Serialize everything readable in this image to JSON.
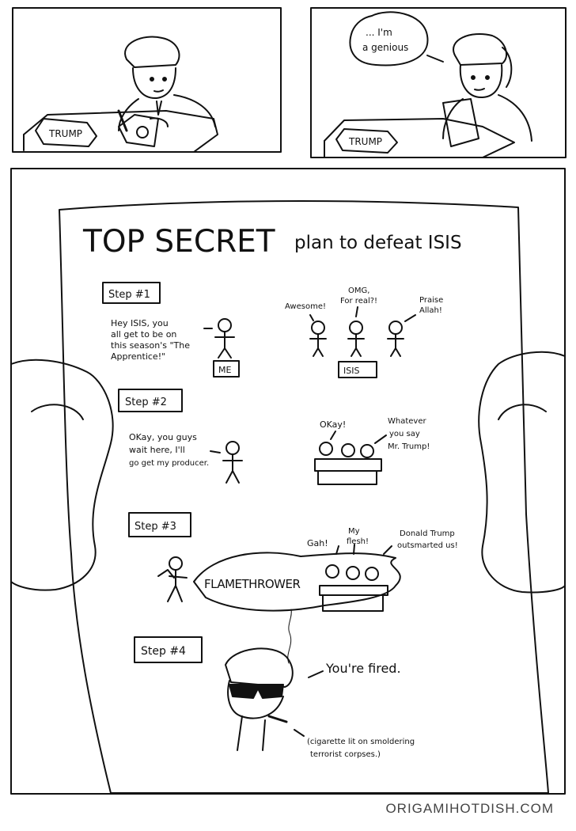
{
  "top_panels": {
    "left_nameplate": "TRUMP",
    "right_nameplate": "TRUMP",
    "speech_line1": "... I'm",
    "speech_line2": "a genious"
  },
  "document": {
    "title_big": "TOP SECRET",
    "title_small": "plan to defeat ISIS",
    "step1": {
      "label": "Step #1",
      "speech_lines": [
        "Hey ISIS, you",
        "all get to be on",
        "this season's \"The",
        "Apprentice!\""
      ],
      "me_label": "ME",
      "isis_label": "ISIS",
      "reaction1": "Awesome!",
      "reaction2_line1": "OMG,",
      "reaction2_line2": "For real?!",
      "reaction3_line1": "Praise",
      "reaction3_line2": "Allah!"
    },
    "step2": {
      "label": "Step #2",
      "speech_lines": [
        "OKay, you guys",
        "wait here, I'll",
        "go get my producer."
      ],
      "reaction1": "OKay!",
      "reaction2_lines": [
        "Whatever",
        "you say",
        "Mr. Trump!"
      ]
    },
    "step3": {
      "label": "Step #3",
      "flame": "FLAMETHROWER",
      "reaction1": "Gah!",
      "reaction2_line1": "My",
      "reaction2_line2": "flesh!",
      "reaction3_line1": "Donald Trump",
      "reaction3_line2": "outsmarted us!"
    },
    "step4": {
      "label": "Step #4",
      "speech": "You're fired.",
      "note_line1": "(cigarette lit on smoldering",
      "note_line2": "terrorist corpses.)"
    }
  },
  "footer": "ORIGAMIHOTDISH.COM"
}
